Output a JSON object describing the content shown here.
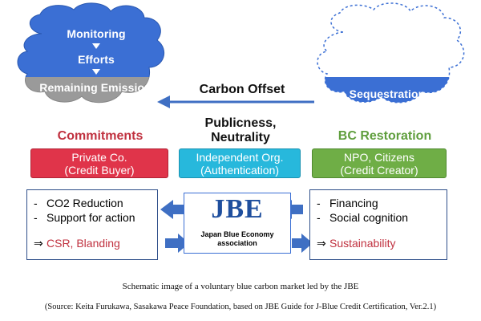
{
  "left_cloud": {
    "line1": "Monitoring",
    "line2": "Efforts",
    "line3": "Remaining Emission"
  },
  "right_cloud": {
    "label": "Sequestration"
  },
  "carbon_offset": "Carbon Offset",
  "center_heading": {
    "line1": "Publicness,",
    "line2": "Neutrality"
  },
  "left_heading": "Commitments",
  "right_heading": "BC Restoration",
  "boxes": {
    "private": {
      "line1": "Private Co.",
      "line2": "(Credit Buyer)"
    },
    "independent": {
      "line1": "Independent Org.",
      "line2": "(Authentication)"
    },
    "npo": {
      "line1": "NPO, Citizens",
      "line2": "(Credit Creator)"
    }
  },
  "left_list": {
    "item1": "CO2 Reduction",
    "item2": "Support for action",
    "outcome": "CSR, Blanding"
  },
  "right_list": {
    "item1": "Financing",
    "item2": "Social cognition",
    "outcome": "Sustainability"
  },
  "jbe": {
    "logo_text": "JBE",
    "name_line1": "Japan Blue Economy",
    "name_line2": "association"
  },
  "symbols": {
    "dash": "-",
    "implies": "⇒"
  },
  "caption1": "Schematic image of a voluntary blue carbon market led by the JBE",
  "caption2": "(Source: Keita Furukawa, Sasakawa Peace Foundation, based on JBE Guide for J-Blue Credit Certification, Ver.2.1)",
  "colors": {
    "cloud_blue": "#3b6fd4",
    "cloud_gray": "#9a9a9a",
    "red_box": "#e0344a",
    "cyan_box": "#27b8dc",
    "green_box": "#6fae46",
    "arrow_blue": "#3f6fc3",
    "commit_red": "#c0313f",
    "restore_green": "#5f9e3d"
  }
}
